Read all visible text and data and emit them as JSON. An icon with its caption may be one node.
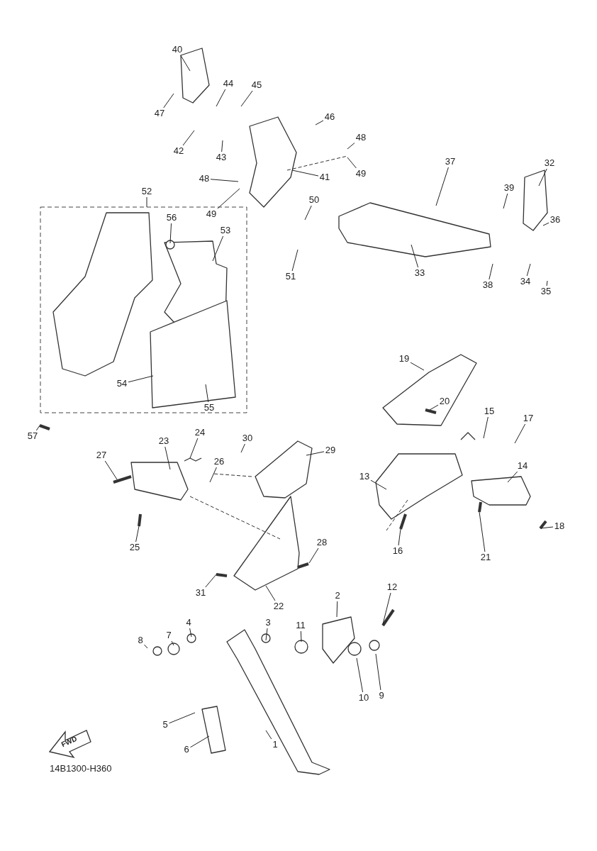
{
  "diagram": {
    "nodes": [
      {
        "text": [
          "40"
        ]
      },
      {
        "text": [
          "45"
        ]
      },
      {
        "text": [
          "44"
        ]
      },
      {
        "text": [
          "47"
        ]
      },
      {
        "text": [
          "46"
        ]
      },
      {
        "text": [
          "42"
        ]
      },
      {
        "text": [
          "43"
        ]
      },
      {
        "text": [
          "41"
        ]
      },
      {
        "text": [
          "48"
        ]
      },
      {
        "text": [
          "48"
        ]
      },
      {
        "text": [
          "49"
        ]
      },
      {
        "text": [
          "49"
        ]
      },
      {
        "text": [
          "37"
        ]
      },
      {
        "text": [
          "32"
        ]
      },
      {
        "text": [
          "39"
        ]
      },
      {
        "text": [
          "36"
        ]
      },
      {
        "text": [
          "52"
        ]
      },
      {
        "text": [
          "50"
        ]
      },
      {
        "text": [
          "56"
        ]
      },
      {
        "text": [
          "53"
        ]
      },
      {
        "text": [
          "51"
        ]
      },
      {
        "text": [
          "33"
        ]
      },
      {
        "text": [
          "38"
        ]
      },
      {
        "text": [
          "34"
        ]
      },
      {
        "text": [
          "35"
        ]
      },
      {
        "text": [
          "19"
        ]
      },
      {
        "text": [
          "20"
        ]
      },
      {
        "text": [
          "15"
        ]
      },
      {
        "text": [
          "17"
        ]
      },
      {
        "text": [
          "54"
        ]
      },
      {
        "text": [
          "55"
        ]
      },
      {
        "text": [
          "57"
        ]
      },
      {
        "text": [
          "24"
        ]
      },
      {
        "text": [
          "30"
        ]
      },
      {
        "text": [
          "29"
        ]
      },
      {
        "text": [
          "27"
        ]
      },
      {
        "text": [
          "23"
        ]
      },
      {
        "text": [
          "26"
        ]
      },
      {
        "text": [
          "13"
        ]
      },
      {
        "text": [
          "14"
        ]
      },
      {
        "text": [
          "25"
        ]
      },
      {
        "text": [
          "16"
        ]
      },
      {
        "text": [
          "21"
        ]
      },
      {
        "text": [
          "18"
        ]
      },
      {
        "text": [
          "28"
        ]
      },
      {
        "text": [
          "31"
        ]
      },
      {
        "text": [
          "22"
        ]
      },
      {
        "text": [
          "12"
        ]
      },
      {
        "text": [
          "2"
        ]
      },
      {
        "text": [
          "3"
        ]
      },
      {
        "text": [
          "11"
        ]
      },
      {
        "text": [
          "4"
        ]
      },
      {
        "text": [
          "7"
        ]
      },
      {
        "text": [
          "8"
        ]
      },
      {
        "text": [
          "10"
        ]
      },
      {
        "text": [
          "9"
        ]
      },
      {
        "text": [
          "5"
        ]
      },
      {
        "text": [
          "6"
        ]
      },
      {
        "text": [
          "1"
        ]
      }
    ],
    "edges": [
      {
        "from": 0,
        "to": null,
        "arrow": "none"
      },
      {
        "from": 1,
        "to": null,
        "arrow": "none"
      },
      {
        "from": 2,
        "to": null,
        "arrow": "none"
      },
      {
        "from": 3,
        "to": null,
        "arrow": "none"
      },
      {
        "from": 4,
        "to": null,
        "arrow": "none"
      },
      {
        "from": 5,
        "to": null,
        "arrow": "none"
      },
      {
        "from": 6,
        "to": null,
        "arrow": "none"
      },
      {
        "from": 7,
        "to": null,
        "arrow": "none"
      },
      {
        "from": 8,
        "to": null,
        "arrow": "none"
      },
      {
        "from": 9,
        "to": null,
        "arrow": "none"
      },
      {
        "from": 10,
        "to": null,
        "arrow": "none"
      },
      {
        "from": 11,
        "to": null,
        "arrow": "none"
      },
      {
        "from": 12,
        "to": null,
        "arrow": "none"
      },
      {
        "from": 13,
        "to": null,
        "arrow": "none"
      },
      {
        "from": 14,
        "to": null,
        "arrow": "none"
      },
      {
        "from": 15,
        "to": null,
        "arrow": "none"
      },
      {
        "from": 16,
        "to": null,
        "arrow": "none"
      },
      {
        "from": 17,
        "to": null,
        "arrow": "none"
      },
      {
        "from": 18,
        "to": null,
        "arrow": "none"
      },
      {
        "from": 19,
        "to": null,
        "arrow": "none"
      },
      {
        "from": 20,
        "to": null,
        "arrow": "none"
      },
      {
        "from": 21,
        "to": null,
        "arrow": "none"
      },
      {
        "from": 22,
        "to": null,
        "arrow": "none"
      },
      {
        "from": 23,
        "to": null,
        "arrow": "none"
      },
      {
        "from": 24,
        "to": null,
        "arrow": "none"
      },
      {
        "from": 25,
        "to": null,
        "arrow": "none"
      },
      {
        "from": 26,
        "to": null,
        "arrow": "none"
      },
      {
        "from": 27,
        "to": null,
        "arrow": "none"
      },
      {
        "from": 28,
        "to": null,
        "arrow": "none"
      },
      {
        "from": 29,
        "to": null,
        "arrow": "none"
      },
      {
        "from": 30,
        "to": null,
        "arrow": "none"
      },
      {
        "from": 31,
        "to": null,
        "arrow": "none"
      },
      {
        "from": 32,
        "to": null,
        "arrow": "none"
      },
      {
        "from": 33,
        "to": null,
        "arrow": "none"
      },
      {
        "from": 34,
        "to": null,
        "arrow": "none"
      },
      {
        "from": 35,
        "to": null,
        "arrow": "none"
      },
      {
        "from": 36,
        "to": null,
        "arrow": "none"
      },
      {
        "from": 37,
        "to": null,
        "arrow": "none"
      },
      {
        "from": 38,
        "to": null,
        "arrow": "none"
      },
      {
        "from": 39,
        "to": null,
        "arrow": "none"
      },
      {
        "from": 40,
        "to": null,
        "arrow": "none"
      },
      {
        "from": 41,
        "to": null,
        "arrow": "none"
      },
      {
        "from": 42,
        "to": null,
        "arrow": "none"
      },
      {
        "from": 43,
        "to": null,
        "arrow": "none"
      },
      {
        "from": 44,
        "to": null,
        "arrow": "none"
      },
      {
        "from": 45,
        "to": null,
        "arrow": "none"
      },
      {
        "from": 46,
        "to": null,
        "arrow": "none"
      },
      {
        "from": 47,
        "to": null,
        "arrow": "none"
      },
      {
        "from": 48,
        "to": null,
        "arrow": "none"
      },
      {
        "from": 49,
        "to": null,
        "arrow": "none"
      },
      {
        "from": 50,
        "to": null,
        "arrow": "none"
      },
      {
        "from": 51,
        "to": null,
        "arrow": "none"
      },
      {
        "from": 52,
        "to": null,
        "arrow": "none"
      },
      {
        "from": 53,
        "to": null,
        "arrow": "none"
      },
      {
        "from": 54,
        "to": null,
        "arrow": "none"
      },
      {
        "from": 55,
        "to": null,
        "arrow": "none"
      },
      {
        "from": 56,
        "to": null,
        "arrow": "none"
      },
      {
        "from": 57,
        "to": null,
        "arrow": "none"
      },
      {
        "from": 58,
        "to": null,
        "arrow": "none"
      }
    ],
    "labels": [
      "FWD",
      "14B1300-H360"
    ]
  }
}
